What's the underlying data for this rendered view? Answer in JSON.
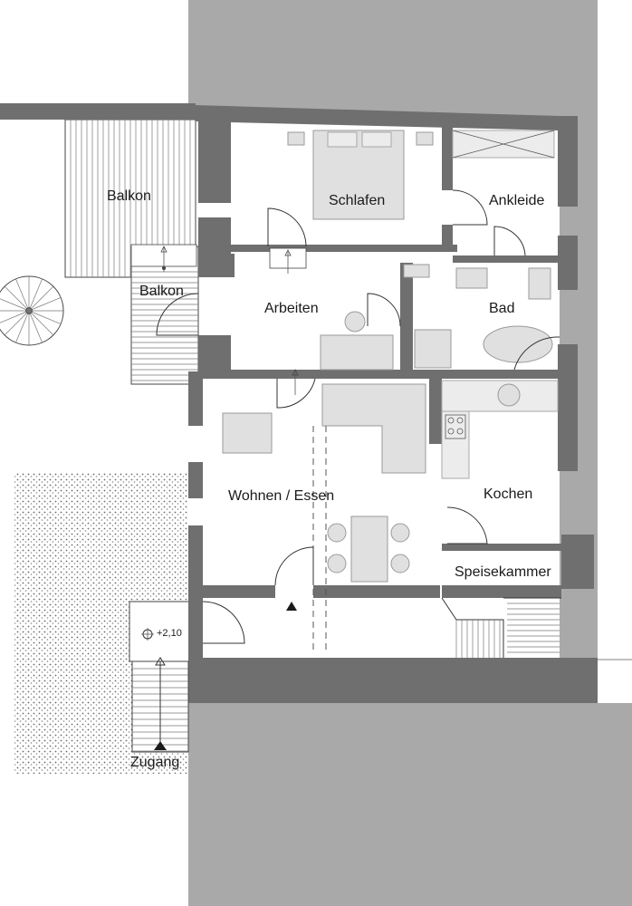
{
  "rooms": {
    "balkon_top": "Balkon",
    "balkon_lower": "Balkon",
    "schlafen": "Schlafen",
    "ankleide": "Ankleide",
    "arbeiten": "Arbeiten",
    "bad": "Bad",
    "wohnen": "Wohnen / Essen",
    "kochen": "Kochen",
    "speisekammer": "Speisekammer"
  },
  "annotations": {
    "level": "+2,10",
    "entrance": "Zugang"
  },
  "colors": {
    "wall": "#6f6f6f",
    "neighbor_building": "#a9a9a9",
    "furniture": "#e0e0e0"
  }
}
